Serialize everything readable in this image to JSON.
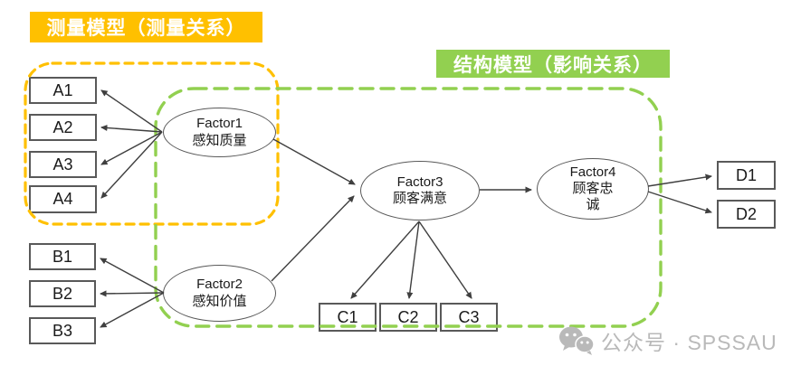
{
  "titles": {
    "measurement": "测量模型（测量关系）",
    "structural": "结构模型（影响关系）"
  },
  "factors": {
    "factor1": {
      "name": "Factor1",
      "label": "感知质量"
    },
    "factor2": {
      "name": "Factor2",
      "label": "感知价值"
    },
    "factor3": {
      "name": "Factor3",
      "label": "顾客满意"
    },
    "factor4": {
      "name": "Factor4",
      "label": "顾客忠诚"
    }
  },
  "indicators": {
    "A": [
      "A1",
      "A2",
      "A3",
      "A4"
    ],
    "B": [
      "B1",
      "B2",
      "B3"
    ],
    "C": [
      "C1",
      "C2",
      "C3"
    ],
    "D": [
      "D1",
      "D2"
    ]
  },
  "edges": [
    {
      "from": "Factor1",
      "to": "A1"
    },
    {
      "from": "Factor1",
      "to": "A2"
    },
    {
      "from": "Factor1",
      "to": "A3"
    },
    {
      "from": "Factor1",
      "to": "A4"
    },
    {
      "from": "Factor2",
      "to": "B1"
    },
    {
      "from": "Factor2",
      "to": "B2"
    },
    {
      "from": "Factor2",
      "to": "B3"
    },
    {
      "from": "Factor3",
      "to": "C1"
    },
    {
      "from": "Factor3",
      "to": "C2"
    },
    {
      "from": "Factor3",
      "to": "C3"
    },
    {
      "from": "Factor4",
      "to": "D1"
    },
    {
      "from": "Factor4",
      "to": "D2"
    },
    {
      "from": "Factor1",
      "to": "Factor3"
    },
    {
      "from": "Factor2",
      "to": "Factor3"
    },
    {
      "from": "Factor3",
      "to": "Factor4"
    }
  ],
  "watermark": {
    "text": "公众号 · SPSSAU",
    "icon": "wechat-icon"
  },
  "colors": {
    "measurement_accent": "#FFC000",
    "structural_accent": "#92D050",
    "line": "#3f3f3f",
    "box_border": "#595959",
    "watermark": "#b9b9b9"
  }
}
